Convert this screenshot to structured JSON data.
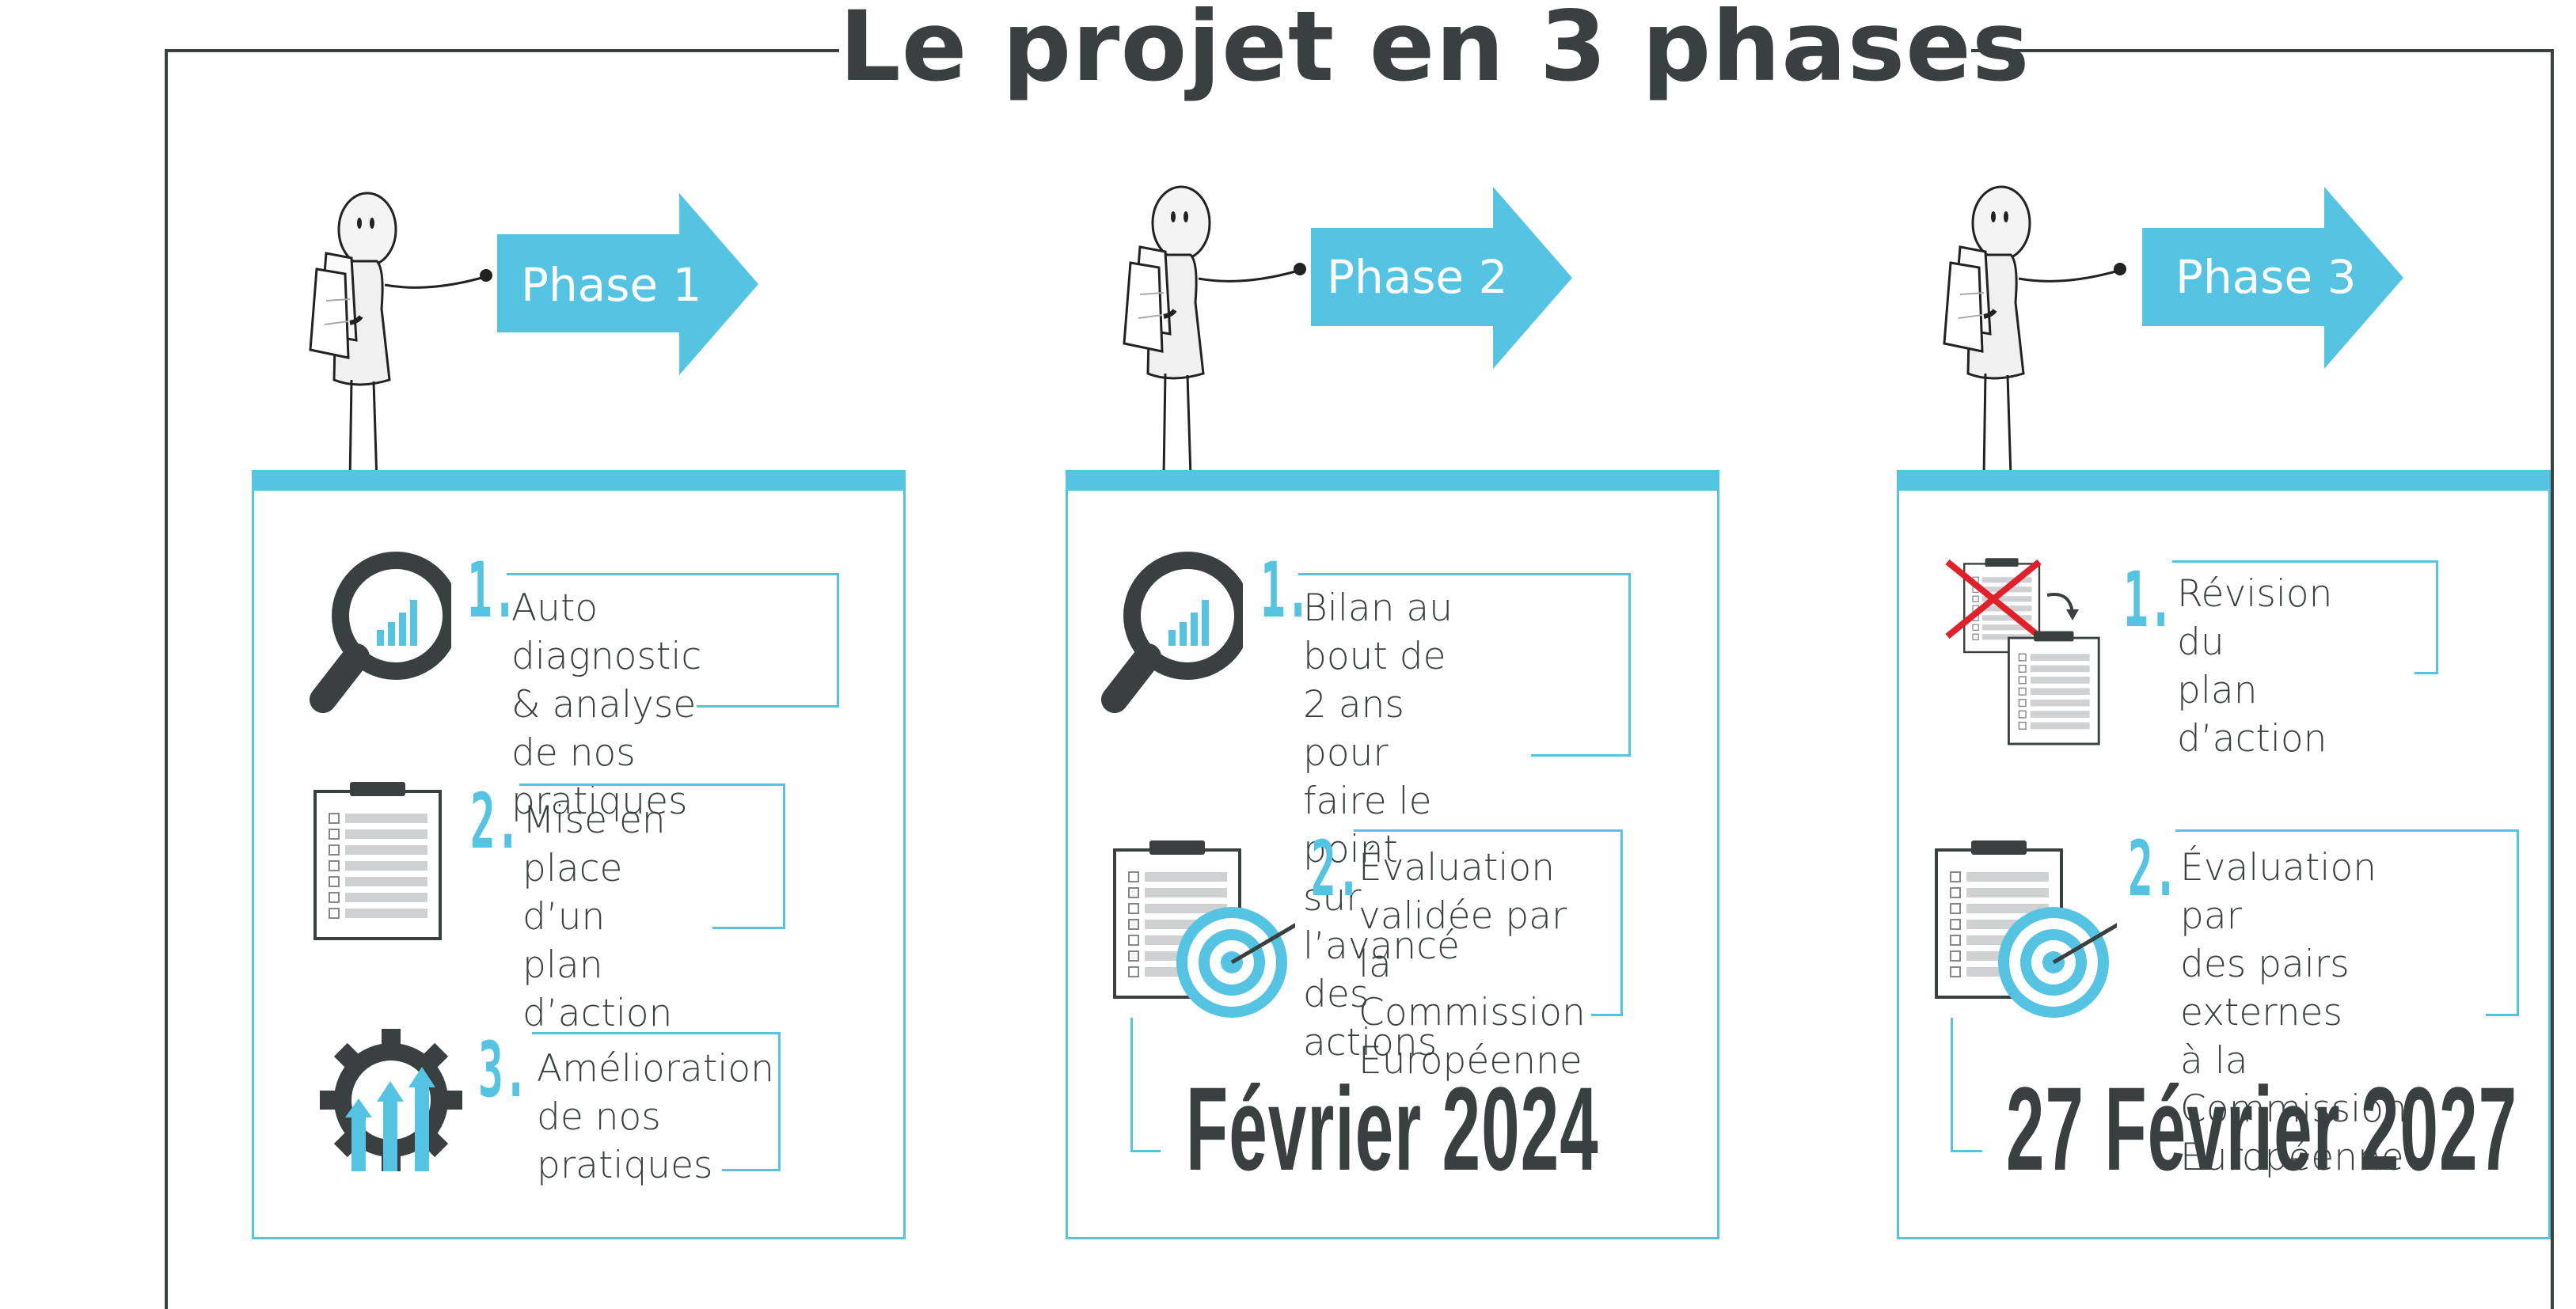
{
  "title": "Le projet en 3 phases",
  "colors": {
    "accent": "#55c3e2",
    "dark": "#3a3f40",
    "cross": "#e0202a"
  },
  "phases": [
    {
      "label": "Phase 1",
      "items": [
        {
          "num": "1.",
          "text": [
            "Auto diagnostic",
            "& analyse de nos",
            "pratiques"
          ],
          "icon": "magnifier-chart-icon"
        },
        {
          "num": "2.",
          "text": [
            "Mise en place",
            "d’un plan",
            "d’action"
          ],
          "icon": "clipboard-list-icon"
        },
        {
          "num": "3.",
          "text": [
            "Amélioration",
            "de nos",
            "pratiques"
          ],
          "icon": "gear-arrows-icon"
        }
      ],
      "date": ""
    },
    {
      "label": "Phase 2",
      "items": [
        {
          "num": "1.",
          "text": [
            "Bilan au bout de",
            "2 ans pour faire le",
            "point sur l’avancé",
            "des actions"
          ],
          "icon": "magnifier-chart-icon"
        },
        {
          "num": "2.",
          "text": [
            "Évaluation",
            "validée par la",
            "Commission",
            "Européenne"
          ],
          "icon": "clipboard-target-icon"
        }
      ],
      "date": "Février 2024"
    },
    {
      "label": "Phase 3",
      "items": [
        {
          "num": "1.",
          "text": [
            "Révision du",
            "plan d’action"
          ],
          "icon": "clipboard-revision-icon"
        },
        {
          "num": "2.",
          "text": [
            "Évaluation par",
            "des pairs externes",
            "à la Commission",
            "Européenne"
          ],
          "icon": "clipboard-target-icon"
        }
      ],
      "date": "27 Février 2027"
    }
  ]
}
